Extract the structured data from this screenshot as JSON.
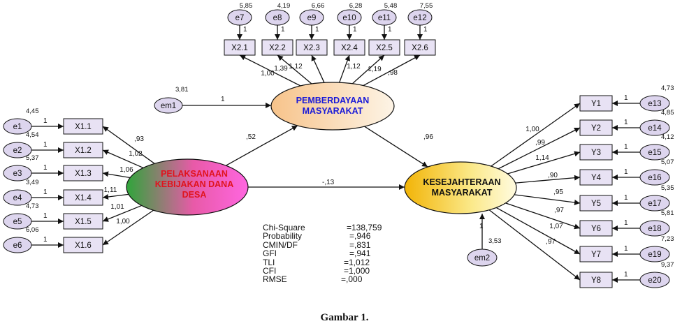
{
  "colors": {
    "box_fill": "#e8e2f4",
    "error_fill": "#ddd5ee",
    "edge": "#111111"
  },
  "latent": {
    "pemberdayaan": {
      "line1": "PEMBERDAYAAN",
      "line2": "MASYARAKAT",
      "color": "#1a1ad8"
    },
    "pelaksanaan": {
      "line1": "PELAKSANAAN",
      "line2": "KEBIJAKAN DANA",
      "line3": "DESA",
      "color": "#e0141e"
    },
    "kesejahteraan": {
      "line1": "KESEJAHTERAAN",
      "line2": "MASYARAKAT",
      "color": "#111111"
    }
  },
  "x2_items": [
    {
      "label": "X2.1",
      "error": "e7",
      "variance": "5,85",
      "error_path": "1",
      "loading": "1,00"
    },
    {
      "label": "X2.2",
      "error": "e8",
      "variance": "4,19",
      "error_path": "1",
      "loading": "1,39"
    },
    {
      "label": "X2.3",
      "error": "e9",
      "variance": "6,66",
      "error_path": "1",
      "loading": "1,12"
    },
    {
      "label": "X2.4",
      "error": "e10",
      "variance": "6,28",
      "error_path": "1",
      "loading": "1,12"
    },
    {
      "label": "X2.5",
      "error": "e11",
      "variance": "5,48",
      "error_path": "1",
      "loading": "1,19"
    },
    {
      "label": "X2.6",
      "error": "e12",
      "variance": "7,55",
      "error_path": "1",
      "loading": ",98"
    }
  ],
  "x1_items": [
    {
      "label": "X1.1",
      "error": "e1",
      "variance": "4,45",
      "error_path": "1",
      "loading": ",93"
    },
    {
      "label": "X1.2",
      "error": "e2",
      "variance": "4,54",
      "error_path": "1",
      "loading": "1,02"
    },
    {
      "label": "X1.3",
      "error": "e3",
      "variance": "5,37",
      "error_path": "1",
      "loading": "1,06"
    },
    {
      "label": "X1.4",
      "error": "e4",
      "variance": "3,49",
      "error_path": "1",
      "loading": "1,11"
    },
    {
      "label": "X1.5",
      "error": "e5",
      "variance": "4,73",
      "error_path": "1",
      "loading": "1,01"
    },
    {
      "label": "X1.6",
      "error": "e6",
      "variance": "6,06",
      "error_path": "1",
      "loading": "1,00"
    }
  ],
  "y_items": [
    {
      "label": "Y1",
      "error": "e13",
      "variance": "4,73",
      "error_path": "1",
      "loading": "1,00"
    },
    {
      "label": "Y2",
      "error": "e14",
      "variance": "4,85",
      "error_path": "1",
      "loading": ",99"
    },
    {
      "label": "Y3",
      "error": "e15",
      "variance": "4,12",
      "error_path": "1",
      "loading": "1,14"
    },
    {
      "label": "Y4",
      "error": "e16",
      "variance": "5,07",
      "error_path": "1",
      "loading": ",90"
    },
    {
      "label": "Y5",
      "error": "e17",
      "variance": "5,35",
      "error_path": "1",
      "loading": ",95"
    },
    {
      "label": "Y6",
      "error": "e18",
      "variance": "5,81",
      "error_path": "1",
      "loading": ",97"
    },
    {
      "label": "Y7",
      "error": "e19",
      "variance": "7,23",
      "error_path": "1",
      "loading": "1,07"
    },
    {
      "label": "Y8",
      "error": "e20",
      "variance": "9,37",
      "error_path": "1",
      "loading": ",97"
    }
  ],
  "disturbances": {
    "em1": {
      "label": "em1",
      "variance": "3,81",
      "path": "1"
    },
    "em2": {
      "label": "em2",
      "variance": "3,53",
      "path": "1"
    }
  },
  "paths": {
    "x1_to_x2": ",52",
    "x2_to_y": ",96",
    "x1_to_y": "-,13"
  },
  "fit": [
    {
      "name": "Chi-Square",
      "value": "=138,759"
    },
    {
      "name": "Probability",
      "value": "=,946"
    },
    {
      "name": "CMIN/DF",
      "value": "=,831"
    },
    {
      "name": "GFI",
      "value": "=,941"
    },
    {
      "name": "TLI",
      "value": "=1,012"
    },
    {
      "name": "CFI",
      "value": "=1,000"
    },
    {
      "name": "RMSE",
      "value": "=,000"
    }
  ],
  "caption": "Gambar 1."
}
